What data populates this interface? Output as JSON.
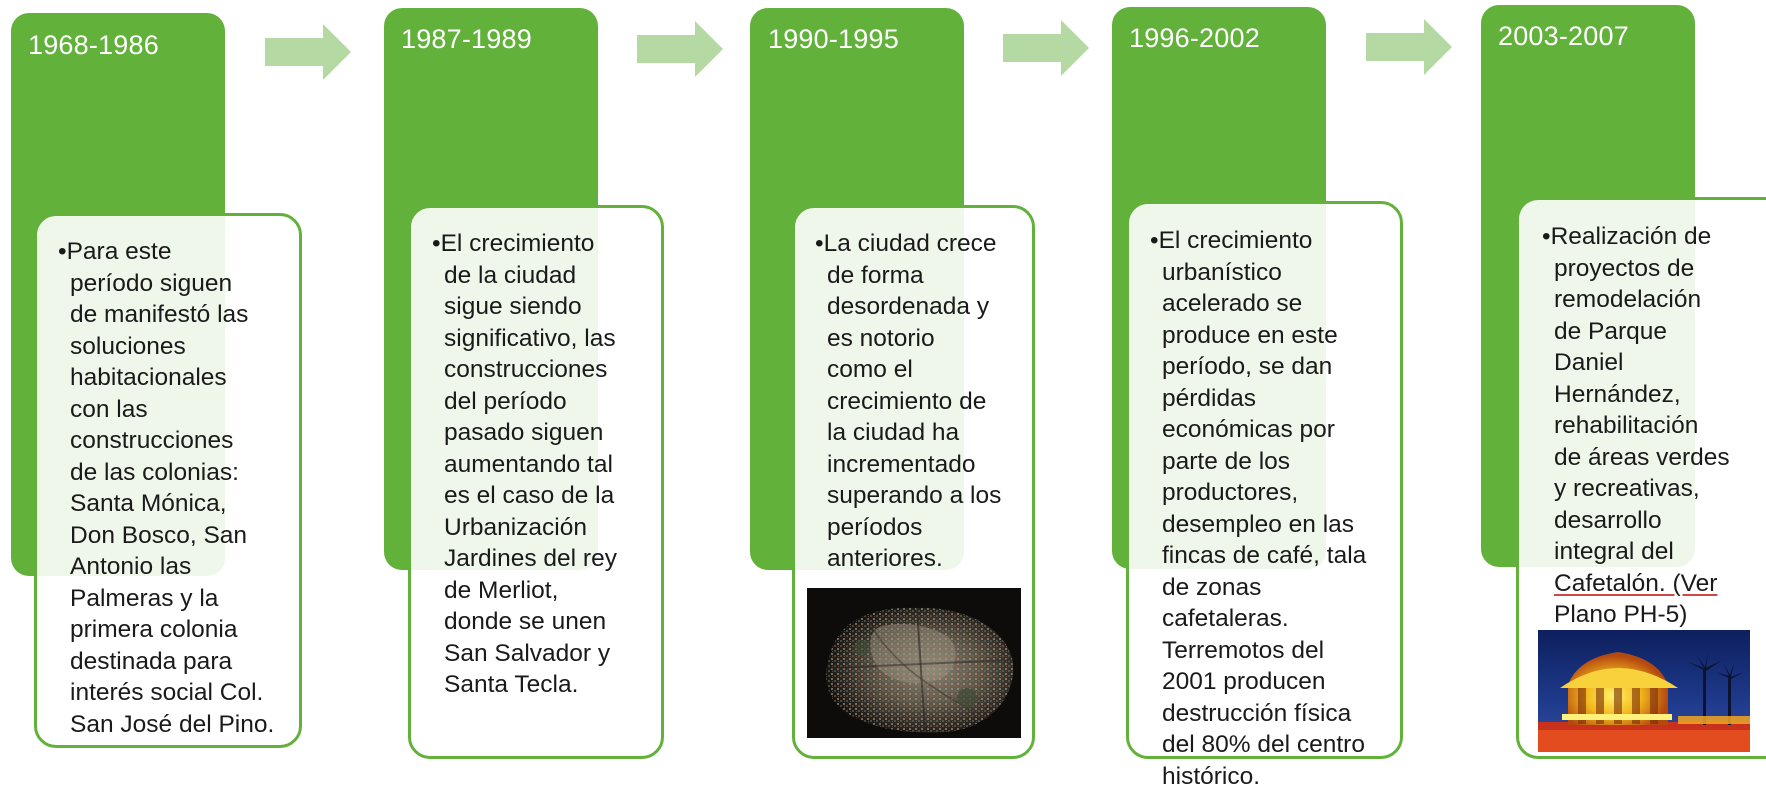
{
  "colors": {
    "accent_green": "#62b13a",
    "arrow_green": "#b4d9a2",
    "text": "#1a1a1a"
  },
  "stages": [
    {
      "period": "1968-1986",
      "lines": [
        "•Para este",
        "período siguen",
        "de manifestó las",
        "soluciones",
        "habitacionales",
        "con las",
        "construcciones",
        "de las colonias:",
        "Santa Mónica,",
        "Don Bosco, San",
        "Antonio las",
        "Palmeras y la",
        "primera colonia",
        "destinada para",
        "interés social Col.",
        "San José del Pino."
      ]
    },
    {
      "period": "1987-1989",
      "lines": [
        "•El crecimiento",
        "de la ciudad",
        "sigue siendo",
        "significativo, las",
        "construcciones",
        "del período",
        "pasado siguen",
        "aumentando tal",
        "es el caso de la",
        "Urbanización",
        "Jardines del rey",
        "de Merliot,",
        "donde se unen",
        "San Salvador y",
        "Santa Tecla."
      ]
    },
    {
      "period": "1990-1995",
      "lines": [
        "•La ciudad crece",
        "de forma",
        "desordenada y",
        "es notorio",
        "como el",
        "crecimiento de",
        "la ciudad ha",
        "incrementado",
        "superando a los",
        "períodos",
        "anteriores."
      ],
      "image": "aerial-city-photo"
    },
    {
      "period": "1996-2002",
      "lines": [
        "•El  crecimiento",
        "urbanístico",
        "acelerado se",
        "produce en este",
        "período, se dan",
        "pérdidas",
        "económicas por",
        "parte de los",
        "productores,",
        "desempleo en las",
        "fincas de café, tala",
        "de zonas",
        "cafetaleras.",
        "Terremotos del",
        "2001 producen",
        "destrucción física",
        "del 80% del centro",
        "histórico."
      ]
    },
    {
      "period": "2003-2007",
      "lines": [
        "•Realización de",
        "proyectos de",
        "remodelación",
        "de Parque",
        "Daniel",
        "Hernández,",
        "rehabilitación",
        "de áreas verdes",
        "y recreativas,",
        "desarrollo",
        "integral del",
        "Cafetalón. (Ver",
        "Plano PH-5)"
      ],
      "image": "illuminated-kiosk-photo"
    }
  ]
}
